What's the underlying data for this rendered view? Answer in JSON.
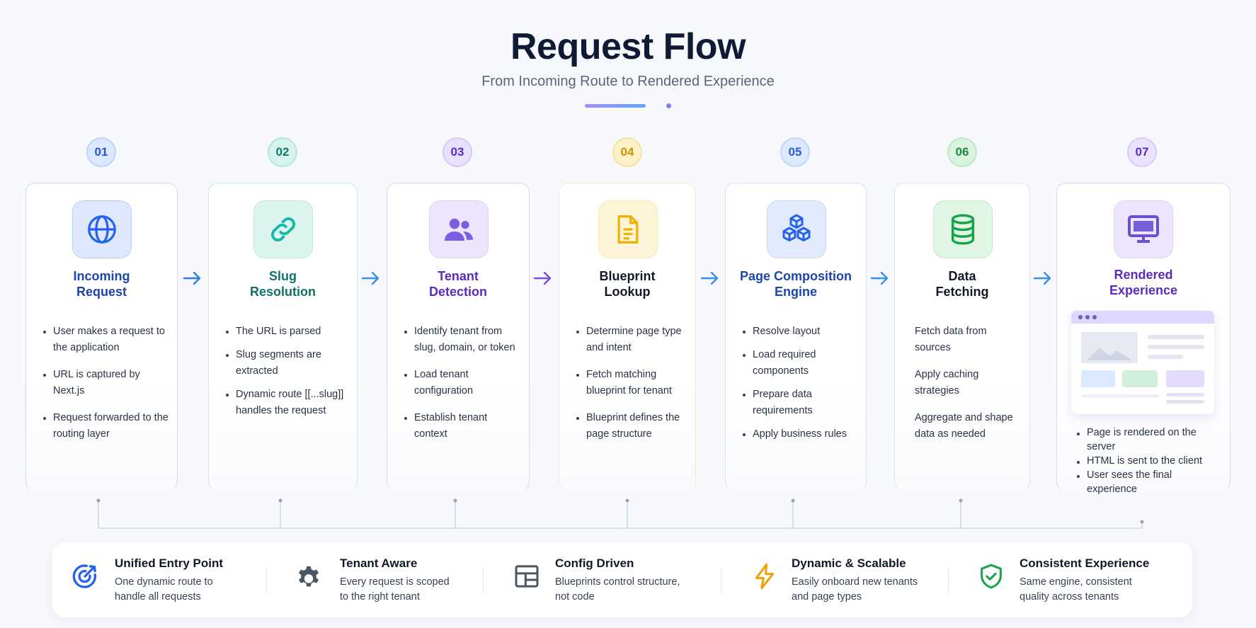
{
  "header": {
    "title": "Request Flow",
    "subtitle": "From Incoming Route to Rendered Experience"
  },
  "steps": [
    {
      "number": "01",
      "title": "Incoming\nRequest",
      "icon": "globe-icon",
      "color": "#2563eb",
      "bullets": [
        "User makes a request to the application",
        "URL is captured by Next.js",
        "Request forwarded to the routing layer"
      ]
    },
    {
      "number": "02",
      "title": "Slug\nResolution",
      "icon": "link-icon",
      "color": "#0d9488",
      "bullets": [
        "The URL is parsed",
        "Slug segments are extracted",
        "Dynamic route [[...slug]] handles the request"
      ]
    },
    {
      "number": "03",
      "title": "Tenant\nDetection",
      "icon": "users-icon",
      "color": "#6d28d9",
      "bullets": [
        "Identify tenant from slug, domain, or token",
        "Load tenant configuration",
        "Establish tenant context"
      ]
    },
    {
      "number": "04",
      "title": "Blueprint\nLookup",
      "icon": "document-icon",
      "color": "#eab308",
      "bullets": [
        "Determine page type and intent",
        "Fetch matching blueprint for tenant",
        "Blueprint defines the page structure"
      ]
    },
    {
      "number": "05",
      "title": "Page Composition\nEngine",
      "icon": "cubes-icon",
      "color": "#2563eb",
      "bullets": [
        "Resolve layout",
        "Load required components",
        "Prepare data requirements",
        "Apply business rules"
      ]
    },
    {
      "number": "06",
      "title": "Data\nFetching",
      "icon": "database-icon",
      "color": "#16a34a",
      "bullets": [
        "Fetch data from sources",
        "Apply caching strategies",
        "Aggregate and shape data as needed"
      ]
    },
    {
      "number": "07",
      "title": "Rendered\nExperience",
      "icon": "monitor-icon",
      "color": "#6d28d9",
      "bullets": [
        "Page is rendered on the server",
        "HTML is sent to the client",
        "User sees the final experience"
      ]
    }
  ],
  "features": [
    {
      "title": "Unified Entry Point",
      "description": "One dynamic route to handle all requests",
      "icon": "target-icon",
      "color": "#2563eb"
    },
    {
      "title": "Tenant Aware",
      "description": "Every request is scoped to the right tenant",
      "icon": "gear-icon",
      "color": "#4b5563"
    },
    {
      "title": "Config Driven",
      "description": "Blueprints control structure, not code",
      "icon": "layout-icon",
      "color": "#4b5563"
    },
    {
      "title": "Dynamic & Scalable",
      "description": "Easily onboard new tenants and page types",
      "icon": "lightning-icon",
      "color": "#f59e0b"
    },
    {
      "title": "Consistent Experience",
      "description": "Same engine, consistent quality across tenants",
      "icon": "shield-check-icon",
      "color": "#16a34a"
    }
  ]
}
